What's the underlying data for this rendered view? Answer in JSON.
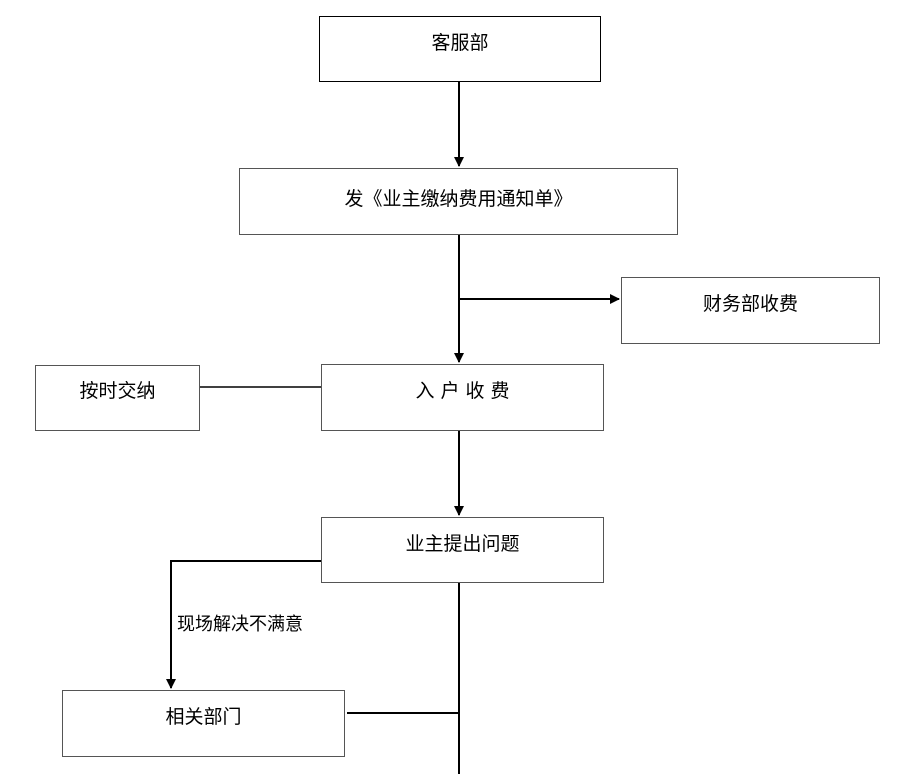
{
  "nodes": {
    "customer_service": "客服部",
    "send_notice": "发《业主缴纳费用通知单》",
    "finance": "财务部收费",
    "door_to_door": "入 户 收 费",
    "pay_on_time": "按时交纳",
    "owner_questions": "业主提出问题",
    "related_dept": "相关部门"
  },
  "edges": {
    "unsatisfied_label": "现场解决不满意"
  },
  "colors": {
    "line": "#000000",
    "box_border": "#000000",
    "box_border_light": "#555555",
    "background": "#ffffff"
  }
}
